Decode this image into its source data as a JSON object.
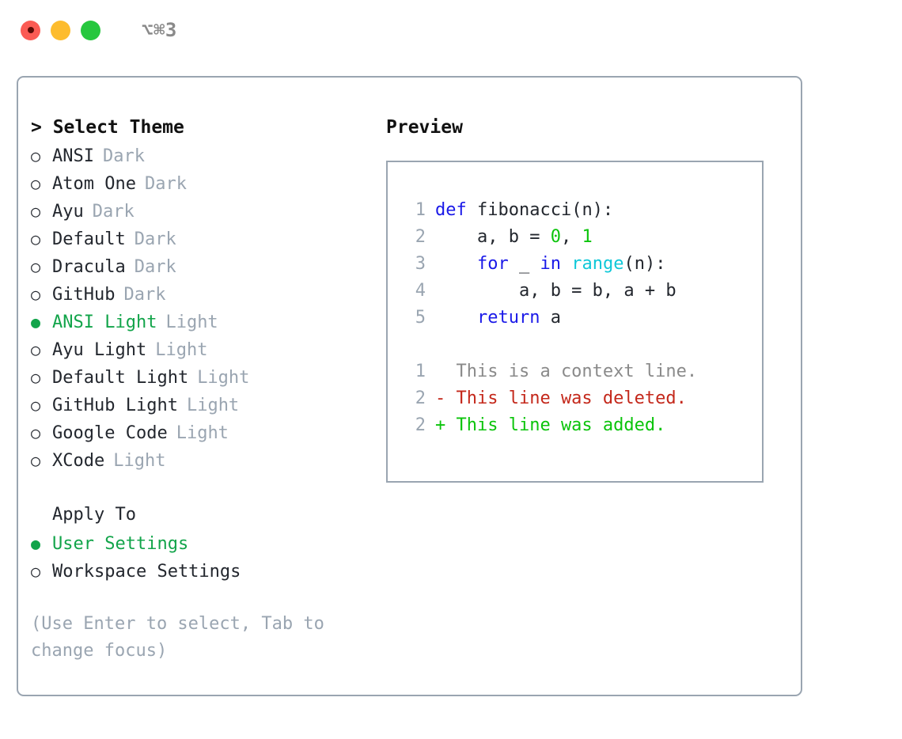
{
  "titlebar": {
    "shortcut": "⌥⌘3",
    "lights": [
      {
        "name": "close",
        "color": "#FB5B54"
      },
      {
        "name": "minimize",
        "color": "#FDBC2E"
      },
      {
        "name": "maximize",
        "color": "#26C73E"
      }
    ]
  },
  "theme_panel": {
    "heading": "> Select Theme",
    "items": [
      {
        "bullet": "○",
        "label": "ANSI",
        "variant": "Dark",
        "selected": false
      },
      {
        "bullet": "○",
        "label": "Atom One",
        "variant": "Dark",
        "selected": false
      },
      {
        "bullet": "○",
        "label": "Ayu",
        "variant": "Dark",
        "selected": false
      },
      {
        "bullet": "○",
        "label": "Default",
        "variant": "Dark",
        "selected": false
      },
      {
        "bullet": "○",
        "label": "Dracula",
        "variant": "Dark",
        "selected": false
      },
      {
        "bullet": "○",
        "label": "GitHub",
        "variant": "Dark",
        "selected": false
      },
      {
        "bullet": "●",
        "label": "ANSI Light",
        "variant": "Light",
        "selected": true
      },
      {
        "bullet": "○",
        "label": "Ayu Light",
        "variant": "Light",
        "selected": false
      },
      {
        "bullet": "○",
        "label": "Default Light",
        "variant": "Light",
        "selected": false
      },
      {
        "bullet": "○",
        "label": "GitHub Light",
        "variant": "Light",
        "selected": false
      },
      {
        "bullet": "○",
        "label": "Google Code",
        "variant": "Light",
        "selected": false
      },
      {
        "bullet": "○",
        "label": "XCode",
        "variant": "Light",
        "selected": false
      }
    ],
    "apply_to": {
      "label": "Apply To",
      "options": [
        {
          "bullet": "●",
          "label": "User Settings",
          "selected": true
        },
        {
          "bullet": "○",
          "label": "Workspace Settings",
          "selected": false
        }
      ]
    },
    "hint": "(Use Enter to select, Tab to change focus)"
  },
  "preview": {
    "heading": "Preview",
    "code_lines": [
      {
        "n": "1",
        "tokens": [
          {
            "t": "def",
            "c": "kw"
          },
          {
            "t": " fibonacci(n):",
            "c": "plain"
          }
        ]
      },
      {
        "n": "2",
        "tokens": [
          {
            "t": "    a, b = ",
            "c": "plain"
          },
          {
            "t": "0",
            "c": "num"
          },
          {
            "t": ", ",
            "c": "plain"
          },
          {
            "t": "1",
            "c": "num"
          }
        ]
      },
      {
        "n": "3",
        "tokens": [
          {
            "t": "    ",
            "c": "plain"
          },
          {
            "t": "for",
            "c": "kw"
          },
          {
            "t": " _ ",
            "c": "plain"
          },
          {
            "t": "in",
            "c": "kw"
          },
          {
            "t": " ",
            "c": "plain"
          },
          {
            "t": "range",
            "c": "fn"
          },
          {
            "t": "(n):",
            "c": "plain"
          }
        ]
      },
      {
        "n": "4",
        "tokens": [
          {
            "t": "        a, b = b, a + b",
            "c": "plain"
          }
        ]
      },
      {
        "n": "5",
        "tokens": [
          {
            "t": "    ",
            "c": "plain"
          },
          {
            "t": "return",
            "c": "kw"
          },
          {
            "t": " a",
            "c": "plain"
          }
        ]
      }
    ],
    "diff_lines": [
      {
        "n": "1",
        "marker": "  ",
        "text": "This is a context line.",
        "kind": "ctx"
      },
      {
        "n": "2",
        "marker": "- ",
        "text": "This line was deleted.",
        "kind": "del"
      },
      {
        "n": "2",
        "marker": "+ ",
        "text": "This line was added.",
        "kind": "add"
      }
    ]
  },
  "colors": {
    "accent_green": "#12A44A",
    "keyword_blue": "#1A19E8",
    "function_cyan": "#0FC8D8",
    "number_green": "#0BC40B",
    "diff_delete_red": "#C4281B",
    "diff_add_green": "#0BC40B",
    "muted_gray": "#9AA5B1",
    "border_gray": "#9AA5B1",
    "text_dark": "#23272E"
  }
}
